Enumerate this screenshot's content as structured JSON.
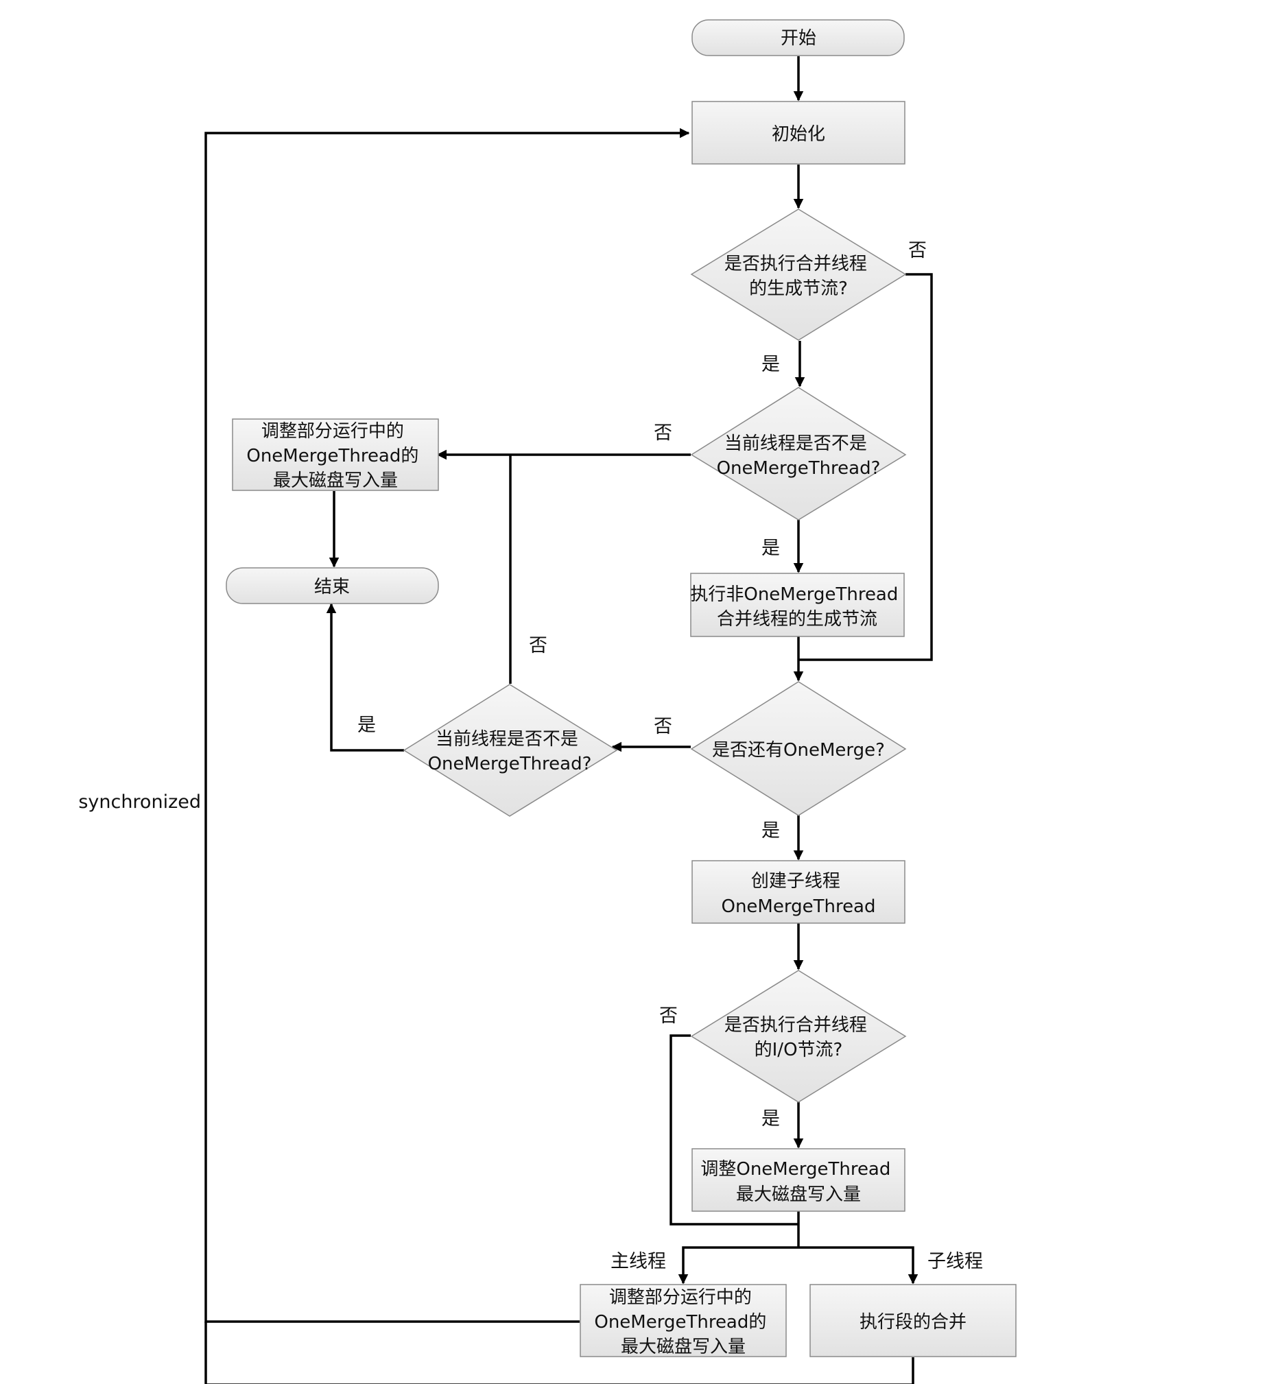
{
  "nodes": {
    "start": {
      "lines": [
        "开始"
      ]
    },
    "init": {
      "lines": [
        "初始化"
      ]
    },
    "d_merge_throttle": {
      "lines": [
        "是否执行合并线程",
        "的生成节流?"
      ]
    },
    "d_not_onemerge_1": {
      "lines": [
        "当前线程是否不是",
        "OneMergeThread?"
      ]
    },
    "adjust_running_top": {
      "lines": [
        "调整部分运行中的",
        "OneMergeThread的",
        "最大磁盘写入量"
      ]
    },
    "end": {
      "lines": [
        "结束"
      ]
    },
    "exec_non_onemerge_throttle": {
      "lines": [
        "执行非OneMergeThread",
        "合并线程的生成节流"
      ]
    },
    "d_has_onemerge": {
      "lines": [
        "是否还有OneMerge?"
      ]
    },
    "d_not_onemerge_2": {
      "lines": [
        "当前线程是否不是",
        "OneMergeThread?"
      ]
    },
    "create_thread": {
      "lines": [
        "创建子线程",
        "OneMergeThread"
      ]
    },
    "d_io_throttle": {
      "lines": [
        "是否执行合并线程",
        "的I/O节流?"
      ]
    },
    "adjust_max_write": {
      "lines": [
        "调整OneMergeThread",
        "最大磁盘写入量"
      ]
    },
    "adjust_running_bottom": {
      "lines": [
        "调整部分运行中的",
        "OneMergeThread的",
        "最大磁盘写入量"
      ]
    },
    "exec_merge": {
      "lines": [
        "执行段的合并"
      ]
    }
  },
  "edge_labels": {
    "no_merge_throttle": "否",
    "yes_merge_throttle": "是",
    "no_not_onemerge_1": "否",
    "yes_not_onemerge_1": "是",
    "no_not_onemerge_2": "否",
    "yes_not_onemerge_2": "是",
    "no_has_onemerge": "否",
    "yes_has_onemerge": "是",
    "no_io_throttle": "否",
    "yes_io_throttle": "是",
    "main_thread": "主线程",
    "child_thread": "子线程",
    "synchronized": "synchronized"
  }
}
